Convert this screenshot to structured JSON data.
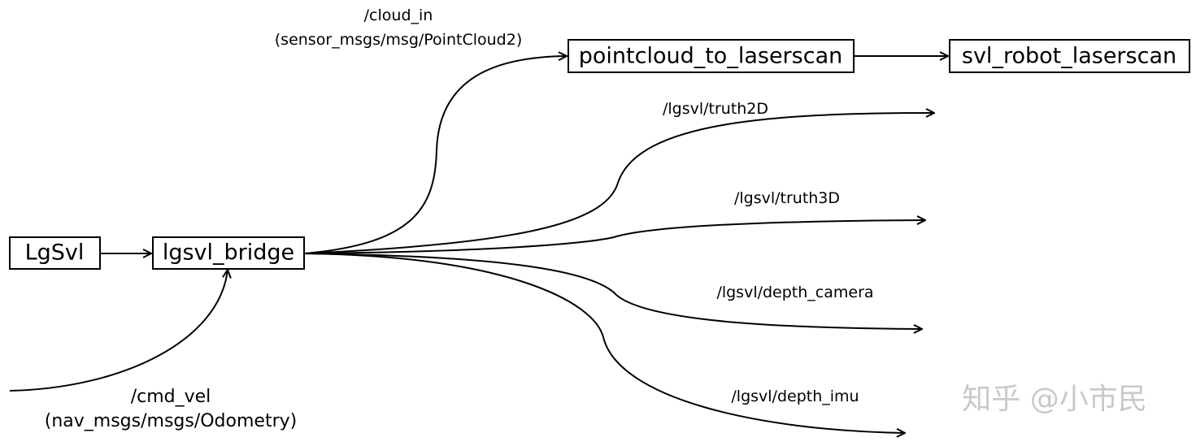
{
  "nodes": {
    "lgsvl_sim": "LgSvl",
    "lgsvl_bridge": "lgsvl_bridge",
    "pointcloud_to_laserscan": "pointcloud_to_laserscan",
    "svl_robot_laserscan": "svl_robot_laserscan"
  },
  "edges": {
    "cloud_in": {
      "topic": "/cloud_in",
      "type": "(sensor_msgs/msg/PointCloud2)"
    },
    "truth2d": "/lgsvl/truth2D",
    "truth3d": "/lgsvl/truth3D",
    "depth_camera": "/lgsvl/depth_camera",
    "depth_imu": "/lgsvl/depth_imu",
    "cmd_vel": {
      "topic": "/cmd_vel",
      "type": "(nav_msgs/msgs/Odometry)"
    }
  },
  "watermark": "知乎 @小市民"
}
